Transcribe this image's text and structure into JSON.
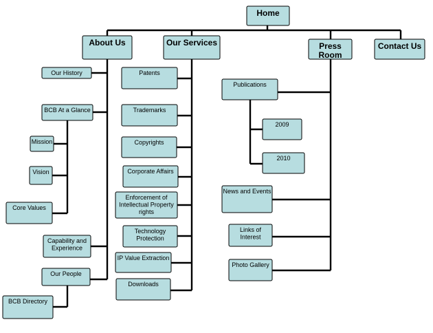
{
  "diagram": {
    "nodes": [
      {
        "id": "home",
        "label": "Home",
        "level": 0
      },
      {
        "id": "about",
        "label": "About Us",
        "level": 1
      },
      {
        "id": "services",
        "label": "Our Services",
        "level": 1
      },
      {
        "id": "press",
        "label": "Press Room",
        "level": 1
      },
      {
        "id": "contact",
        "label": "Contact Us",
        "level": 1
      },
      {
        "id": "history",
        "label": "Our History",
        "level": 2
      },
      {
        "id": "glance",
        "label": "BCB At a Glance",
        "level": 2
      },
      {
        "id": "mission",
        "label": "Mission",
        "level": 2
      },
      {
        "id": "vision",
        "label": "Vision",
        "level": 2
      },
      {
        "id": "corevalues",
        "label": "Core Values",
        "level": 2
      },
      {
        "id": "capability",
        "label": "Capability and Experience",
        "level": 2
      },
      {
        "id": "people",
        "label": "Our People",
        "level": 2
      },
      {
        "id": "directory",
        "label": "BCB Directory",
        "level": 2
      },
      {
        "id": "patents",
        "label": "Patents",
        "level": 2
      },
      {
        "id": "trademarks",
        "label": "Trademarks",
        "level": 2
      },
      {
        "id": "copyrights",
        "label": "Copyrights",
        "level": 2
      },
      {
        "id": "corporate",
        "label": "Corporate Affairs",
        "level": 2
      },
      {
        "id": "enforcement",
        "label": "Enforcement of Intellectual Property rights",
        "level": 2
      },
      {
        "id": "techprot",
        "label": "Technology Protection",
        "level": 2
      },
      {
        "id": "ipvalue",
        "label": "IP Value Extraction",
        "level": 2
      },
      {
        "id": "downloads",
        "label": "Downloads",
        "level": 2
      },
      {
        "id": "publications",
        "label": "Publications",
        "level": 2
      },
      {
        "id": "y2009",
        "label": "2009",
        "level": 2
      },
      {
        "id": "y2010",
        "label": "2010",
        "level": 2
      },
      {
        "id": "news",
        "label": "News and Events",
        "level": 2
      },
      {
        "id": "links",
        "label": "Links of Interest",
        "level": 2
      },
      {
        "id": "gallery",
        "label": "Photo Gallery",
        "level": 2
      }
    ],
    "edges": [
      [
        "home",
        "about"
      ],
      [
        "home",
        "services"
      ],
      [
        "home",
        "press"
      ],
      [
        "home",
        "contact"
      ],
      [
        "about",
        "history"
      ],
      [
        "about",
        "glance"
      ],
      [
        "about",
        "capability"
      ],
      [
        "about",
        "people"
      ],
      [
        "glance",
        "mission"
      ],
      [
        "glance",
        "vision"
      ],
      [
        "glance",
        "corevalues"
      ],
      [
        "people",
        "directory"
      ],
      [
        "services",
        "patents"
      ],
      [
        "services",
        "trademarks"
      ],
      [
        "services",
        "copyrights"
      ],
      [
        "services",
        "corporate"
      ],
      [
        "services",
        "enforcement"
      ],
      [
        "services",
        "techprot"
      ],
      [
        "services",
        "ipvalue"
      ],
      [
        "services",
        "downloads"
      ],
      [
        "press",
        "publications"
      ],
      [
        "press",
        "news"
      ],
      [
        "press",
        "links"
      ],
      [
        "press",
        "gallery"
      ],
      [
        "publications",
        "y2009"
      ],
      [
        "publications",
        "y2010"
      ]
    ]
  }
}
